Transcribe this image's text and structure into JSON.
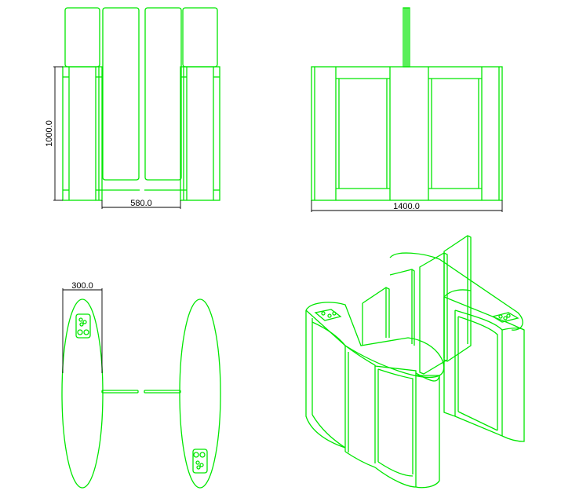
{
  "views": {
    "front": {
      "dimension": "580.0",
      "height_dimension": "1000.0"
    },
    "side": {
      "dimension": "1400.0"
    },
    "top": {
      "dimension": "300.0"
    },
    "iso": {}
  },
  "colors": {
    "line": "#00e600",
    "dimension": "#000000",
    "background": "#ffffff"
  }
}
